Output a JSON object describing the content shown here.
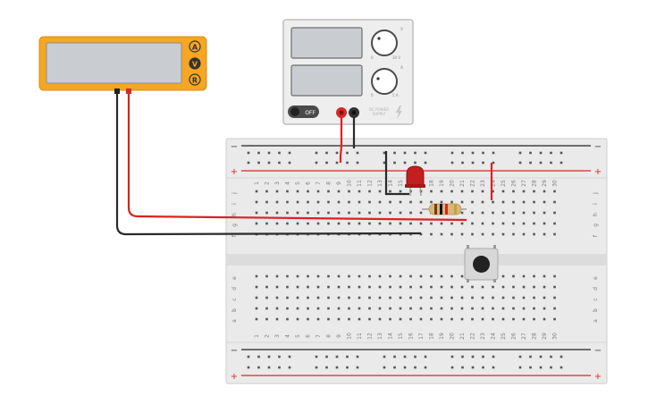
{
  "multimeter": {
    "display": "",
    "modes": [
      "A",
      "V",
      "R"
    ],
    "body_color": "#f5a623"
  },
  "power_supply": {
    "voltage_display": "",
    "current_display": "",
    "power_switch_label": "OFF",
    "voltage_knob": {
      "label": "V",
      "min_label": "0",
      "max_label": "30 V"
    },
    "current_knob": {
      "label": "A",
      "min_label": "0",
      "max_label": "5 A"
    },
    "panel_text": [
      "DC POWER",
      "SUPPLY"
    ]
  },
  "breadboard": {
    "rail_minus": "−",
    "rail_plus": "+",
    "column_numbers": [
      "1",
      "2",
      "3",
      "4",
      "5",
      "6",
      "7",
      "8",
      "9",
      "10",
      "11",
      "12",
      "13",
      "14",
      "15",
      "16",
      "17",
      "18",
      "19",
      "20",
      "21",
      "22",
      "23",
      "24",
      "25",
      "26",
      "27",
      "28",
      "29",
      "30"
    ],
    "upper_row_letters": [
      "j",
      "i",
      "h",
      "g",
      "f"
    ],
    "lower_row_letters": [
      "e",
      "d",
      "c",
      "b",
      "a"
    ]
  },
  "components": [
    {
      "type": "led",
      "color": "red"
    },
    {
      "type": "resistor"
    },
    {
      "type": "pushbutton"
    }
  ],
  "colors": {
    "wire_red": "#e02020",
    "wire_black": "#2a2a2a",
    "rail_red": "#d62828",
    "rail_blue": "#222222",
    "led": "#c41e1e"
  }
}
